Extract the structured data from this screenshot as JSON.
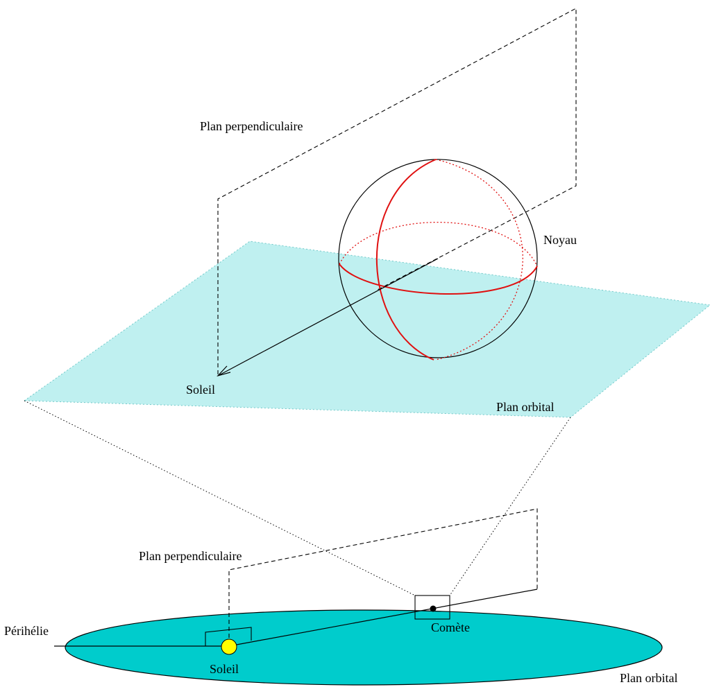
{
  "labels": {
    "perp_plane_top": "Plan perpendiculaire",
    "nucleus": "Noyau",
    "sun_top": "Soleil",
    "orbital_plane_top": "Plan orbital",
    "perp_plane_bottom": "Plan perpendiculaire",
    "perihelion": "Périhélie",
    "comet": "Comète",
    "sun_bottom": "Soleil",
    "orbital_plane_bottom": "Plan orbital"
  },
  "colors": {
    "orbital_plane_top": "#bff0f0",
    "orbital_ellipse": "#00cccc",
    "sphere_meridians": "#e01010",
    "sun": "#ffff00",
    "line": "#000000"
  }
}
